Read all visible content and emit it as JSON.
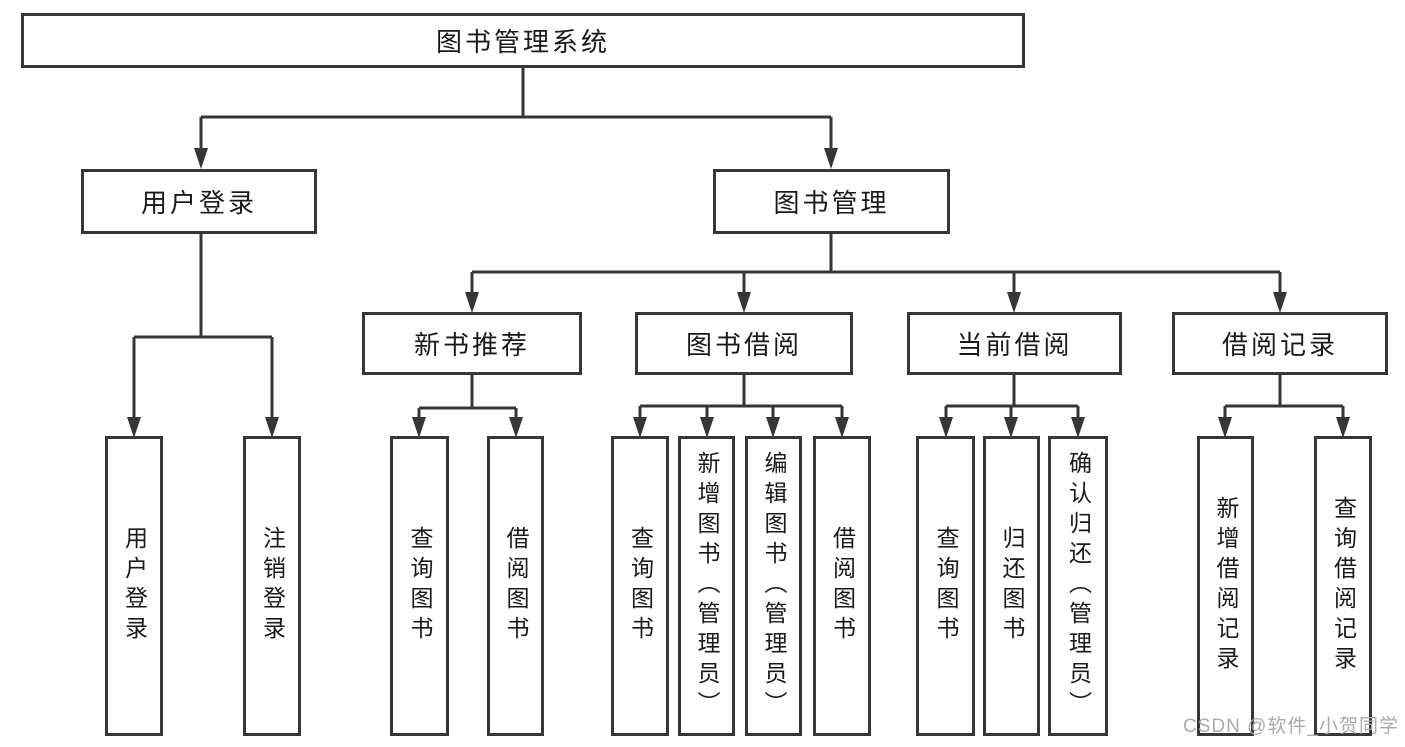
{
  "colors": {
    "line": "#363636",
    "box_border": "#363636",
    "text": "#1a1a1a",
    "watermark": "#ababab",
    "background": "#ffffff"
  },
  "diagram": {
    "root": {
      "label": "图书管理系统"
    },
    "branches": [
      {
        "label": "用户登录",
        "children": [
          {
            "label": "用户登录"
          },
          {
            "label": "注销登录"
          }
        ]
      },
      {
        "label": "图书管理",
        "children": [
          {
            "label": "新书推荐",
            "children": [
              {
                "label": "查询图书"
              },
              {
                "label": "借阅图书"
              }
            ]
          },
          {
            "label": "图书借阅",
            "children": [
              {
                "label": "查询图书"
              },
              {
                "label": "新增图书（管理员）"
              },
              {
                "label": "编辑图书（管理员）"
              },
              {
                "label": "借阅图书"
              }
            ]
          },
          {
            "label": "当前借阅",
            "children": [
              {
                "label": "查询图书"
              },
              {
                "label": "归还图书"
              },
              {
                "label": "确认归还（管理员）"
              }
            ]
          },
          {
            "label": "借阅记录",
            "children": [
              {
                "label": "新增借阅记录"
              },
              {
                "label": "查询借阅记录"
              }
            ]
          }
        ]
      }
    ]
  },
  "watermark": {
    "text": "CSDN @软件_小贺同学"
  }
}
